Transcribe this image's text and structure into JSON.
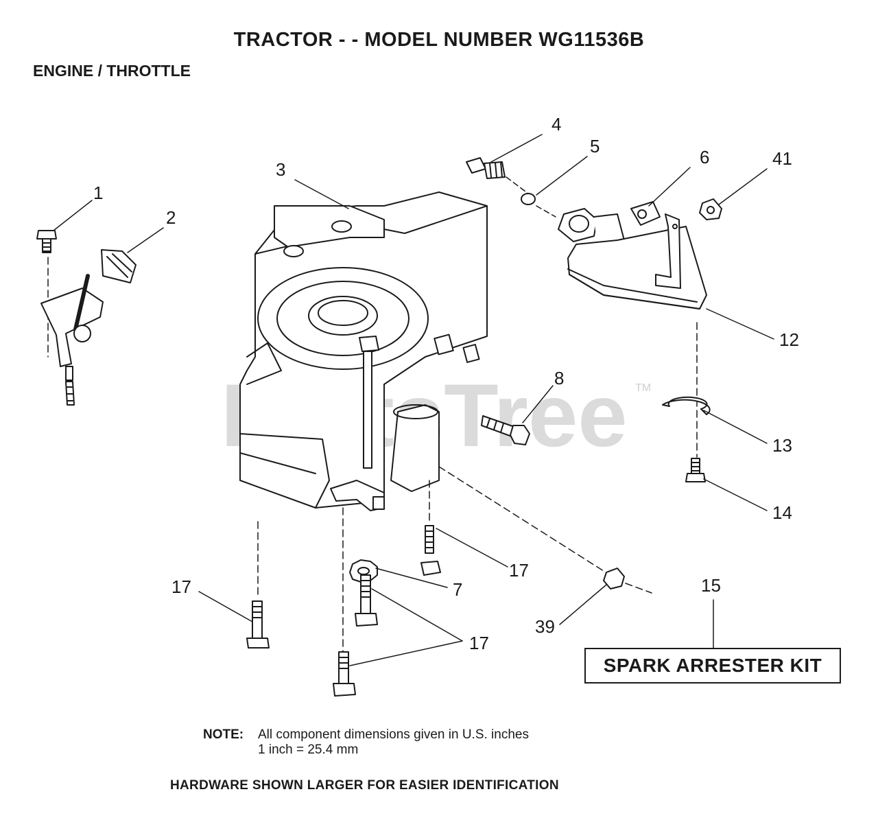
{
  "header": {
    "title": "TRACTOR - - MODEL NUMBER WG11536B",
    "section": "ENGINE / THROTTLE"
  },
  "watermark": {
    "text": "PartsTree",
    "tm": "TM",
    "color": "#cfcfcf"
  },
  "callouts": [
    {
      "id": "c1",
      "label": "1"
    },
    {
      "id": "c2",
      "label": "2"
    },
    {
      "id": "c3",
      "label": "3"
    },
    {
      "id": "c4",
      "label": "4"
    },
    {
      "id": "c5",
      "label": "5"
    },
    {
      "id": "c6",
      "label": "6"
    },
    {
      "id": "c41",
      "label": "41"
    },
    {
      "id": "c12",
      "label": "12"
    },
    {
      "id": "c8",
      "label": "8"
    },
    {
      "id": "c13",
      "label": "13"
    },
    {
      "id": "c14",
      "label": "14"
    },
    {
      "id": "c17a",
      "label": "17"
    },
    {
      "id": "c7",
      "label": "7"
    },
    {
      "id": "c17b",
      "label": "17"
    },
    {
      "id": "c15",
      "label": "15"
    },
    {
      "id": "c39",
      "label": "39"
    },
    {
      "id": "c17c",
      "label": "17"
    }
  ],
  "kit": {
    "label": "SPARK ARRESTER KIT"
  },
  "note": {
    "label": "NOTE:",
    "line1": "All component dimensions given in U.S. inches",
    "line2": "1 inch = 25.4 mm"
  },
  "footer": "HARDWARE SHOWN LARGER FOR EASIER IDENTIFICATION"
}
